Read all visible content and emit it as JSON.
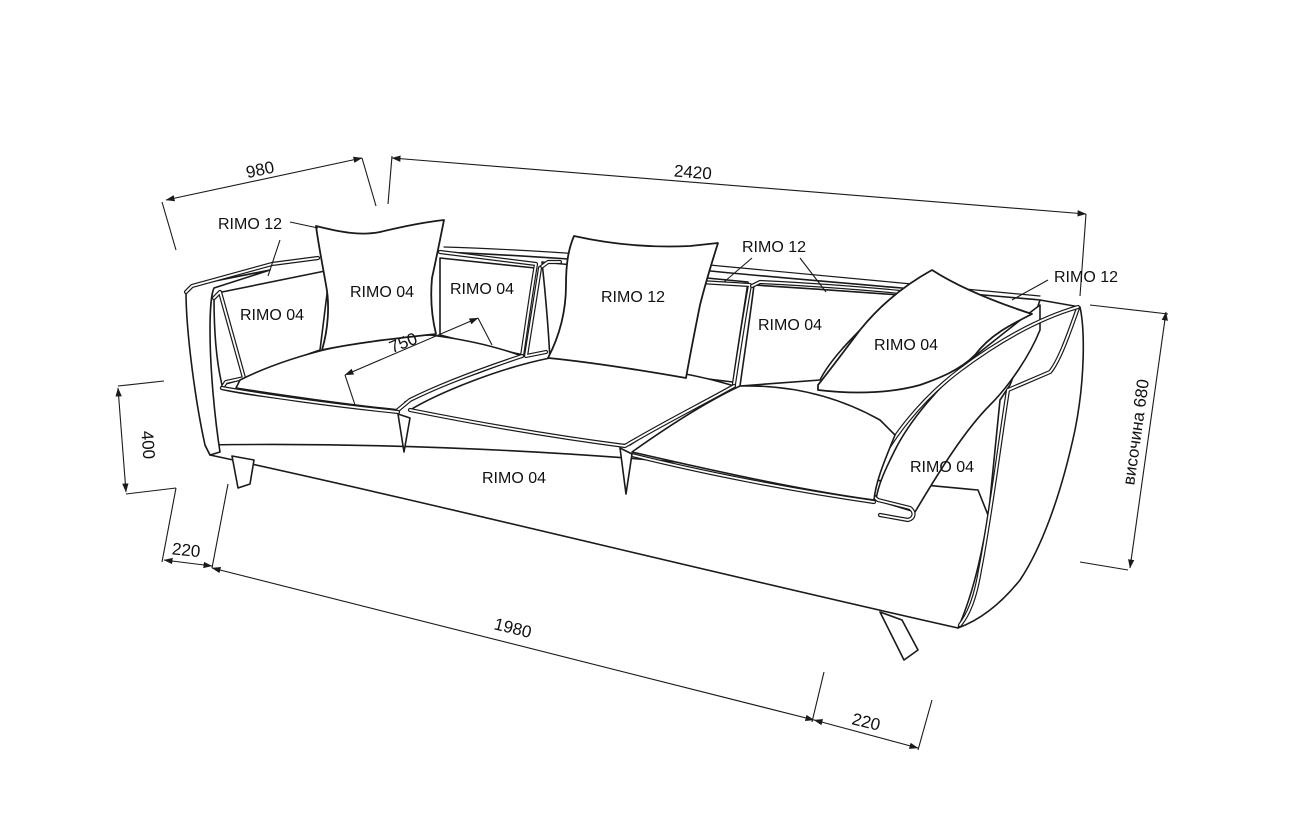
{
  "dimensions": {
    "depth": "980",
    "width": "2420",
    "height": "височина 680",
    "seat_height": "400",
    "seat_depth": "750",
    "leg_offset_left": "220",
    "leg_span": "1980",
    "leg_offset_right": "220"
  },
  "labels": {
    "arm_top_left": "RIMO 12",
    "left_arm_inner": "RIMO 04",
    "pillow_left": "RIMO 04",
    "back_cushion_left": "RIMO 04",
    "pillow_center": "RIMO 12",
    "back_top_center": "RIMO 12",
    "back_cushion_right": "RIMO 04",
    "pillow_right": "RIMO 04",
    "arm_top_right": "RIMO 12",
    "right_arm_inner": "RIMO 04",
    "base_front": "RIMO 04"
  }
}
